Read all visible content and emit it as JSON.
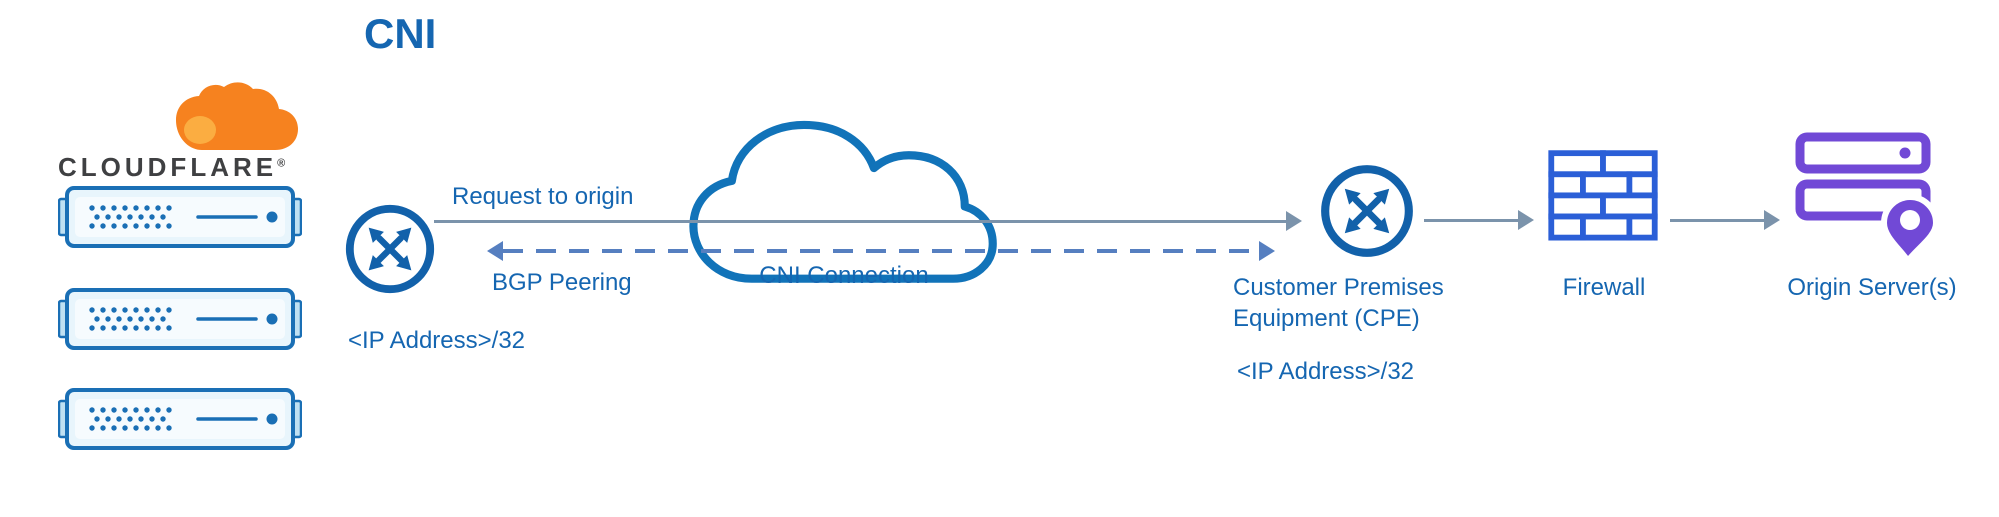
{
  "page": {
    "title": "CNI"
  },
  "logo": {
    "wordmark": "CLOUDFLARE",
    "mark": "®"
  },
  "labels": {
    "request_to_origin": "Request to origin",
    "bgp_peering": "BGP Peering",
    "cf_ip": "<IP Address>/32",
    "cni_connection": "CNI Connection",
    "cpe": "Customer Premises Equipment (CPE)",
    "cpe_ip": "<IP Address>/32",
    "firewall": "Firewall",
    "origin_servers": "Origin Server(s)"
  },
  "connections": [
    {
      "label": "Request to origin",
      "style": "solid",
      "direction": "right"
    },
    {
      "label": "BGP Peering",
      "style": "dashed",
      "direction": "both"
    },
    {
      "from": "Customer Premises Equipment (CPE)",
      "to": "Firewall",
      "style": "solid",
      "direction": "right"
    },
    {
      "from": "Firewall",
      "to": "Origin Server(s)",
      "style": "solid",
      "direction": "right"
    }
  ],
  "icons": {
    "cloudflare_logo": "orange-cloud-logo",
    "edge_router": "circle-crossed-arrows-router",
    "cpe_router": "circle-crossed-arrows-router",
    "cni_cloud": "network-cloud-outline",
    "firewall": "brick-wall",
    "origin_server": "stacked-servers-with-location-pin",
    "cloudflare_servers": "server-rack-unit"
  },
  "colors": {
    "text_blue": "#1566b1",
    "router_blue": "#1261aa",
    "firewall_blue": "#2b5fd7",
    "origin_purple": "#7149d6",
    "solid_line": "#7b93ab",
    "dashed_line": "#567fc0",
    "cloud_stroke": "#1173b9",
    "cloudflare_orange": "#f6821f",
    "cloudflare_orange_light": "#fbad41",
    "server_stroke": "#1a6fb5",
    "server_fill": "#e8f5fc"
  }
}
